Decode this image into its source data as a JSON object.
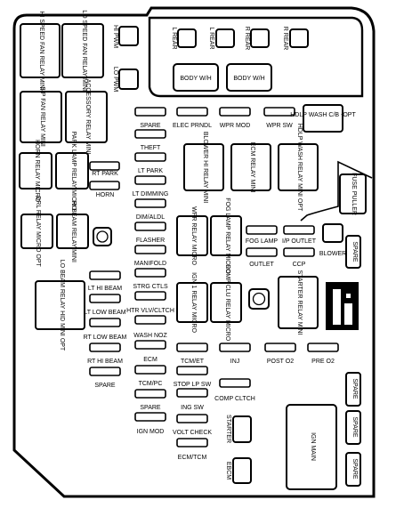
{
  "relays": {
    "hi_speed_fan": "HI SPEED FAN RELAY MINI",
    "lo_speed_fan": "LO SPEED FAN RELAY MINI",
    "sp_fan": "S/P FAN RELAY MINI",
    "accessory": "ACCESSORY RELAY MINI",
    "horn": "HORN RELAY MICRO",
    "park_lamp": "PARK LAMP RELAY MICRO",
    "drl": "DRL RELAY MICRO OPT",
    "hi_beam": "HI BEAM RELAY MINI",
    "lo_beam": "LO BEAM RELAY HID MINI OPT",
    "blower_hi": "BLOWER HI RELAY MINI",
    "ecm_relay": "ECM RELAY MINI",
    "hdlp_wash": "HDLP WASH RELAY MINI OPT",
    "wpr_relay": "WPR RELAY MICRO",
    "fog_lamp": "FOG LAMP RELAY MICRO",
    "ign1": "IGN 1 RELAY MICRO",
    "comp_clutch": "COMP CLU RELAY MICRO",
    "starter": "STARTER RELAY MINI"
  },
  "top": {
    "hi_pwm": "HI PWM",
    "lo_pwm": "LO PWM",
    "l_rear_1": "L REAR",
    "l_rear_2": "L REAR",
    "r_rear_1": "R REAR",
    "r_rear_2": "R REAR",
    "body_wh_1": "BODY W/H",
    "body_wh_2": "BODY W/H"
  },
  "fuses": {
    "spare_top": "SPARE",
    "elec_prndl": "ELEC PRNDL",
    "wpr_mod": "WPR MOD",
    "wpr_sw": "WPR SW",
    "hdlp_wash_cb": "HDLP WASH C/B -OPT",
    "theft": "THEFT",
    "rt_park": "RT PARK",
    "lt_park": "LT PARK",
    "horn": "HORN",
    "lt_dimming": "LT DIMMING",
    "dim_aldl": "DIM/ALDL",
    "flasher": "FLASHER",
    "manifold": "MANIFOLD",
    "strg_ctls": "STRG CTLS",
    "htr_vlv": "HTR VLV/CLTCH",
    "wash_noz": "WASH NOZ",
    "ecm": "ECM",
    "tcm_pc": "TCM/PC",
    "spare_mid": "SPARE",
    "ign_mod": "IGN MOD",
    "lt_hi_beam": "LT HI BEAM",
    "lt_low_beam": "LT LOW BEAM",
    "rt_low_beam": "RT LOW BEAM",
    "rt_hi_beam": "RT HI BEAM",
    "spare_left": "SPARE",
    "fog_lamp": "FOG LAMP",
    "outlet": "OUTLET",
    "ip_outlet": "I/P OUTLET",
    "ccp": "CCP",
    "blower": "BLOWER",
    "tcm_et": "TCM/ET",
    "inj": "INJ",
    "post_o2": "POST O2",
    "pre_o2": "PRE O2",
    "stop_lp_sw": "STOP LP SW",
    "ing_sw": "ING SW",
    "comp_clutch": "COMP CLTCH",
    "volt_check": "VOLT CHECK",
    "ecm_tcm": "ECM/TCM",
    "starter": "STARTER",
    "ebcm": "EBCM",
    "fuse_puller": "FUSE PULLER",
    "spare_r1": "SPARE",
    "spare_r2": "SPARE",
    "spare_r3": "SPARE",
    "spare_r4": "SPARE",
    "ign_main": "IGN MAIN"
  }
}
